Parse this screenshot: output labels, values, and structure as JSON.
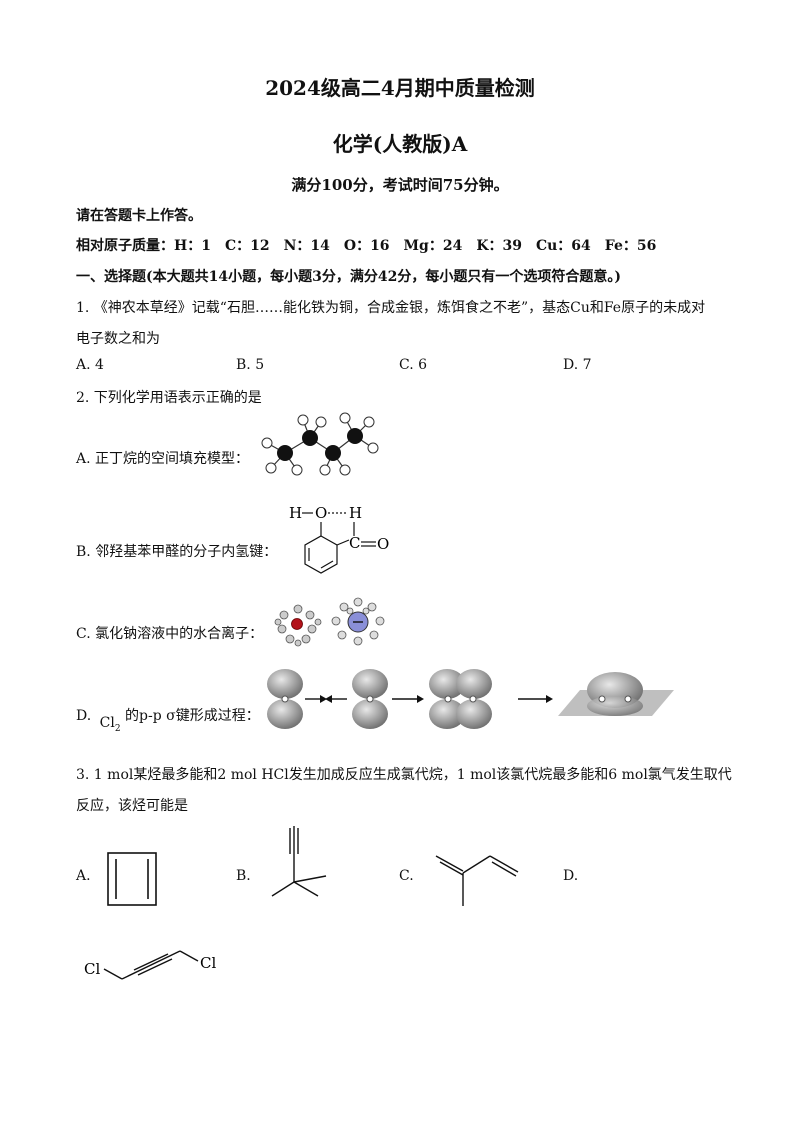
{
  "header": {
    "title": "2024级高二4月期中质量检测",
    "subtitle": "化学(人教版)A",
    "score_time": "满分100分，考试时间75分钟。"
  },
  "instructions": {
    "answer_note": "请在答题卡上作答。",
    "atomic_mass": "相对原子质量：H：1　C：12　N：14　O：16　Mg：24　K：39　Cu：64　Fe：56"
  },
  "section1": {
    "heading": "一、选择题(本大题共14小题，每小题3分，满分42分，每小题只有一个选项符合题意。)"
  },
  "q1": {
    "line1": "1. 《神农本草经》记载“石胆……能化铁为铜，合成金银，炼饵食之不老”，基态Cu和Fe原子的未成对",
    "line2": "电子数之和为",
    "options": [
      "A. 4",
      "B. 5",
      "C. 6",
      "D. 7"
    ]
  },
  "q2": {
    "stem": "2. 下列化学用语表示正确的是",
    "a": "A. 正丁烷的空间填充模型：",
    "b": "B. 邻羟基苯甲醛的分子内氢键：",
    "c": "C. 氯化钠溶液中的水合离子：",
    "d_prefix": "D.",
    "d_formula": "Cl",
    "d_sub": "2",
    "d_suffix": "的p-p σ键形成过程：",
    "b_labels": {
      "h1": "H",
      "o": "O",
      "h2": "H",
      "c": "C",
      "o2": "O"
    }
  },
  "q3": {
    "line1": "3. 1 mol某烃最多能和2 mol HCl发生加成反应生成氯代烷，1 mol该氯代烷最多能和6 mol氯气发生取代",
    "line2": "反应，该烃可能是",
    "options": [
      "A.",
      "B.",
      "C.",
      "D."
    ],
    "d_labels": {
      "left": "Cl",
      "right": "Cl"
    }
  }
}
